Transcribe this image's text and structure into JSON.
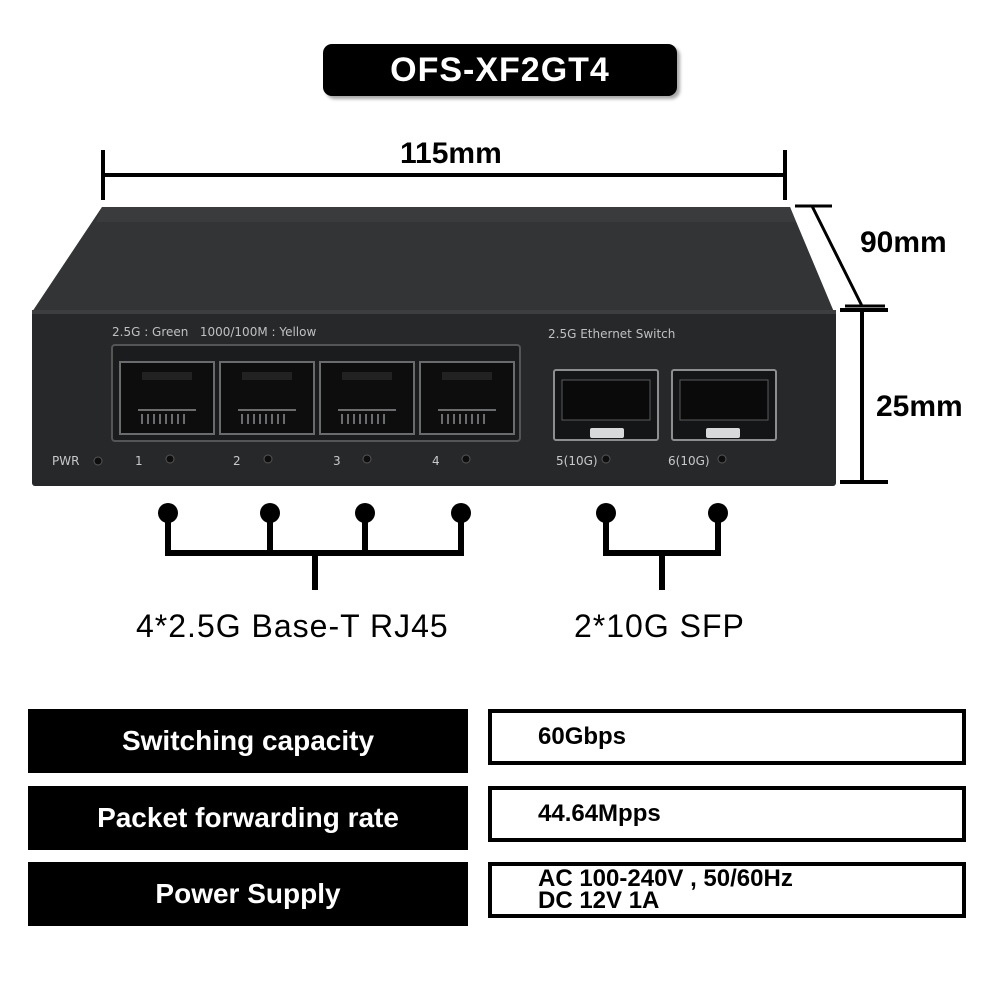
{
  "model": "OFS-XF2GT4",
  "dimensions": {
    "width": "115mm",
    "depth": "90mm",
    "height": "25mm"
  },
  "device": {
    "led_legend": "2.5G : Green   1000/100M : Yellow",
    "switch_label": "2.5G Ethernet Switch",
    "pwr_label": "PWR",
    "rj45_ports": [
      "1",
      "2",
      "3",
      "4"
    ],
    "sfp_ports": [
      "5(10G)",
      "6(10G)"
    ]
  },
  "port_groups": {
    "rj45": "4*2.5G Base-T RJ45",
    "sfp": "2*10G SFP"
  },
  "specs": [
    {
      "label": "Switching capacity",
      "value": "60Gbps"
    },
    {
      "label": "Packet forwarding rate",
      "value": "44.64Mpps"
    },
    {
      "label": "Power Supply",
      "value_lines": [
        "AC 100-240V , 50/60Hz",
        "DC 12V 1A"
      ]
    }
  ],
  "colors": {
    "body": "#2f3031",
    "front_panel": "#27282a",
    "label_bg": "#000000",
    "label_text": "#ffffff"
  }
}
